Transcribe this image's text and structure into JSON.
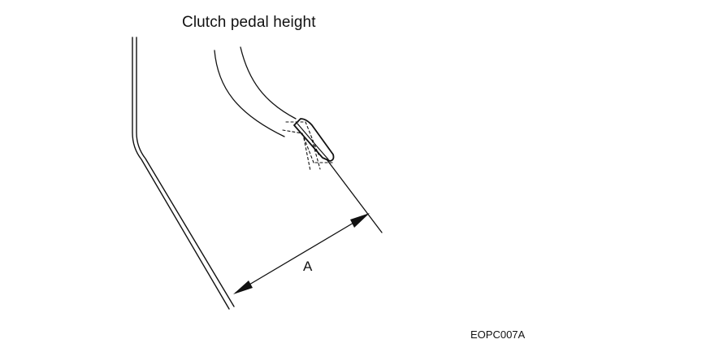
{
  "diagram": {
    "title": "Clutch pedal height",
    "dimension_label": "A",
    "figure_code": "EOPC007A"
  }
}
